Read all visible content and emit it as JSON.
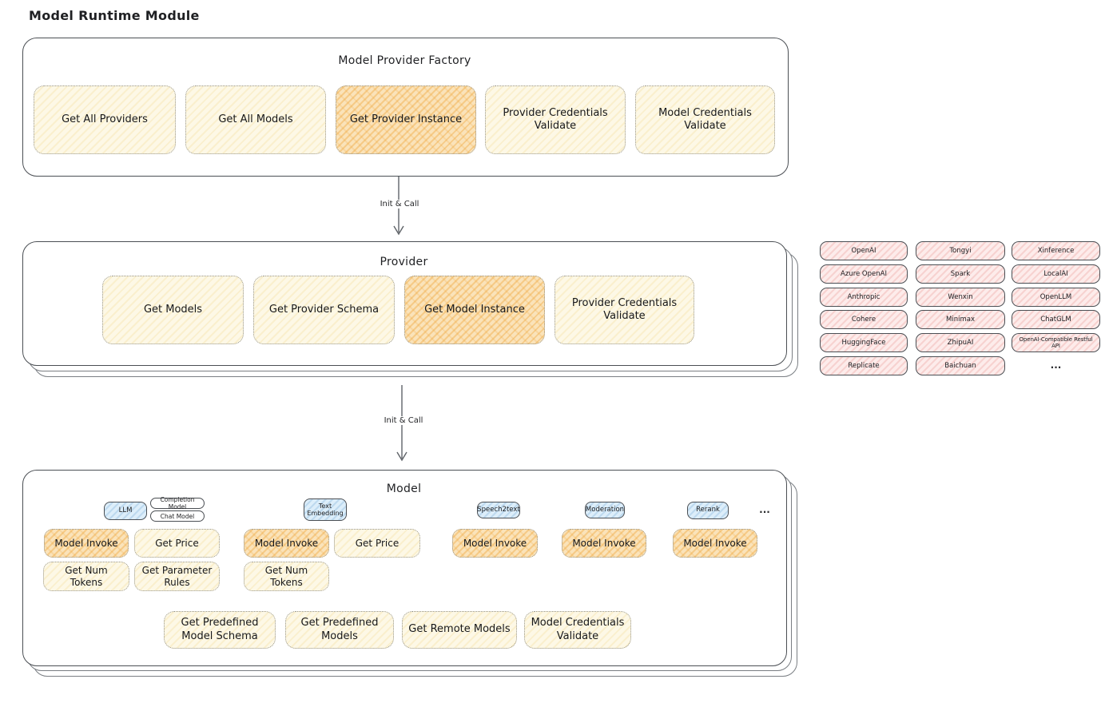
{
  "title": "Model Runtime Module",
  "arrow1_label": "Init & Call",
  "arrow2_label": "Init & Call",
  "factory": {
    "title": "Model Provider Factory",
    "items": [
      "Get All Providers",
      "Get All Models",
      "Get Provider Instance",
      "Provider Credentials Validate",
      "Model Credentials Validate"
    ]
  },
  "provider": {
    "title": "Provider",
    "items": [
      "Get Models",
      "Get Provider Schema",
      "Get Model Instance",
      "Provider Credentials Validate"
    ]
  },
  "providers_list": {
    "items": [
      "OpenAI",
      "Tongyi",
      "Xinference",
      "Azure OpenAI",
      "Spark",
      "LocalAI",
      "Anthropic",
      "Wenxin",
      "OpenLLM",
      "Cohere",
      "Minimax",
      "ChatGLM",
      "HuggingFace",
      "ZhipuAI",
      "OpenAI-Compatible Restful API",
      "Replicate",
      "Baichuan"
    ],
    "ellipsis": "..."
  },
  "model": {
    "title": "Model",
    "tabs": {
      "llm": "LLM",
      "completion_model": "Completion Model",
      "chat_model": "Chat Model",
      "text_embedding": "Text Embedding",
      "speech2text": "Speech2text",
      "moderation": "Moderation",
      "rerank": "Rerank",
      "ellipsis": "..."
    },
    "functions": {
      "model_invoke": "Model Invoke",
      "get_price": "Get Price",
      "get_num_tokens": "Get Num Tokens",
      "get_parameter_rules": "Get Parameter Rules"
    },
    "bottom": [
      "Get Predefined Model Schema",
      "Get Predefined Models",
      "Get Remote Models",
      "Model Credentials Validate"
    ]
  },
  "colors": {
    "highlight_orange": "#f6c26b",
    "light_yellow": "#fdf8e6",
    "provider_pink": "#fdeceb",
    "tab_blue": "#ddeefa",
    "border_dark": "#4b4f54"
  }
}
